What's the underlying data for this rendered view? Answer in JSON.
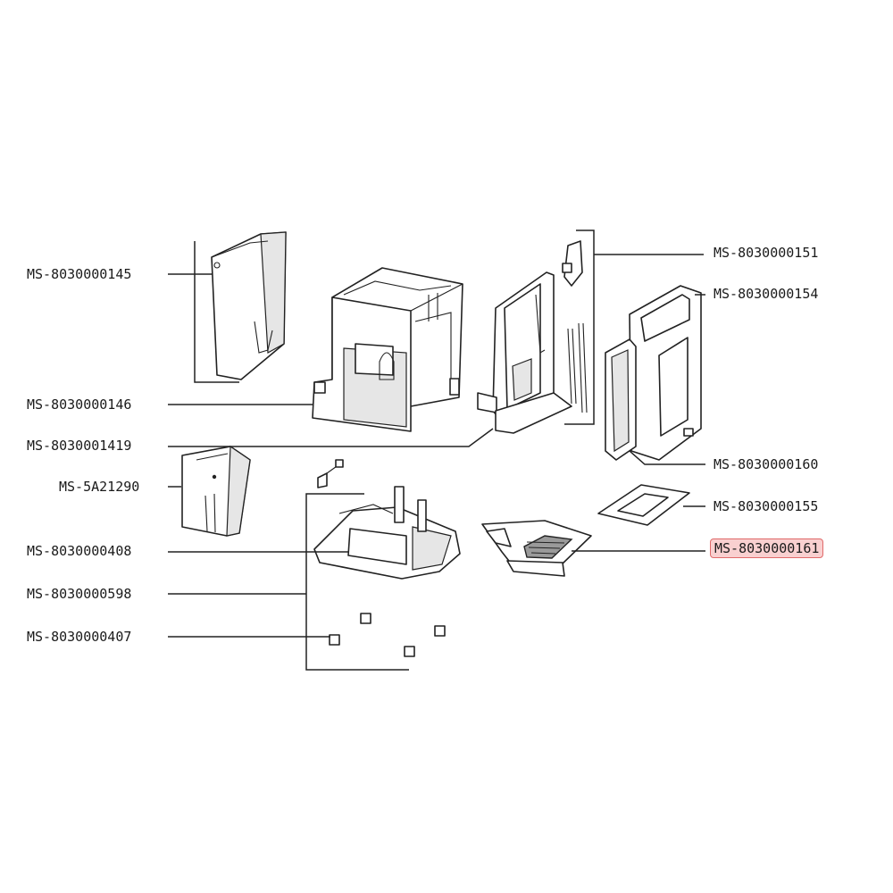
{
  "labels": {
    "p145": "MS-8030000145",
    "p146": "MS-8030000146",
    "p1419": "MS-8030001419",
    "p5a": "MS-5A21290",
    "p408": "MS-8030000408",
    "p598": "MS-8030000598",
    "p407": "MS-8030000407",
    "p151": "MS-8030000151",
    "p154": "MS-8030000154",
    "p160": "MS-8030000160",
    "p155": "MS-8030000155",
    "p161": "MS-8030000161"
  },
  "highlight": {
    "label": "MS-8030000161",
    "fill": "#f4aaaa",
    "border": "#e06a6a"
  },
  "colors": {
    "line": "#222222",
    "shade": "#9a9a9a"
  }
}
